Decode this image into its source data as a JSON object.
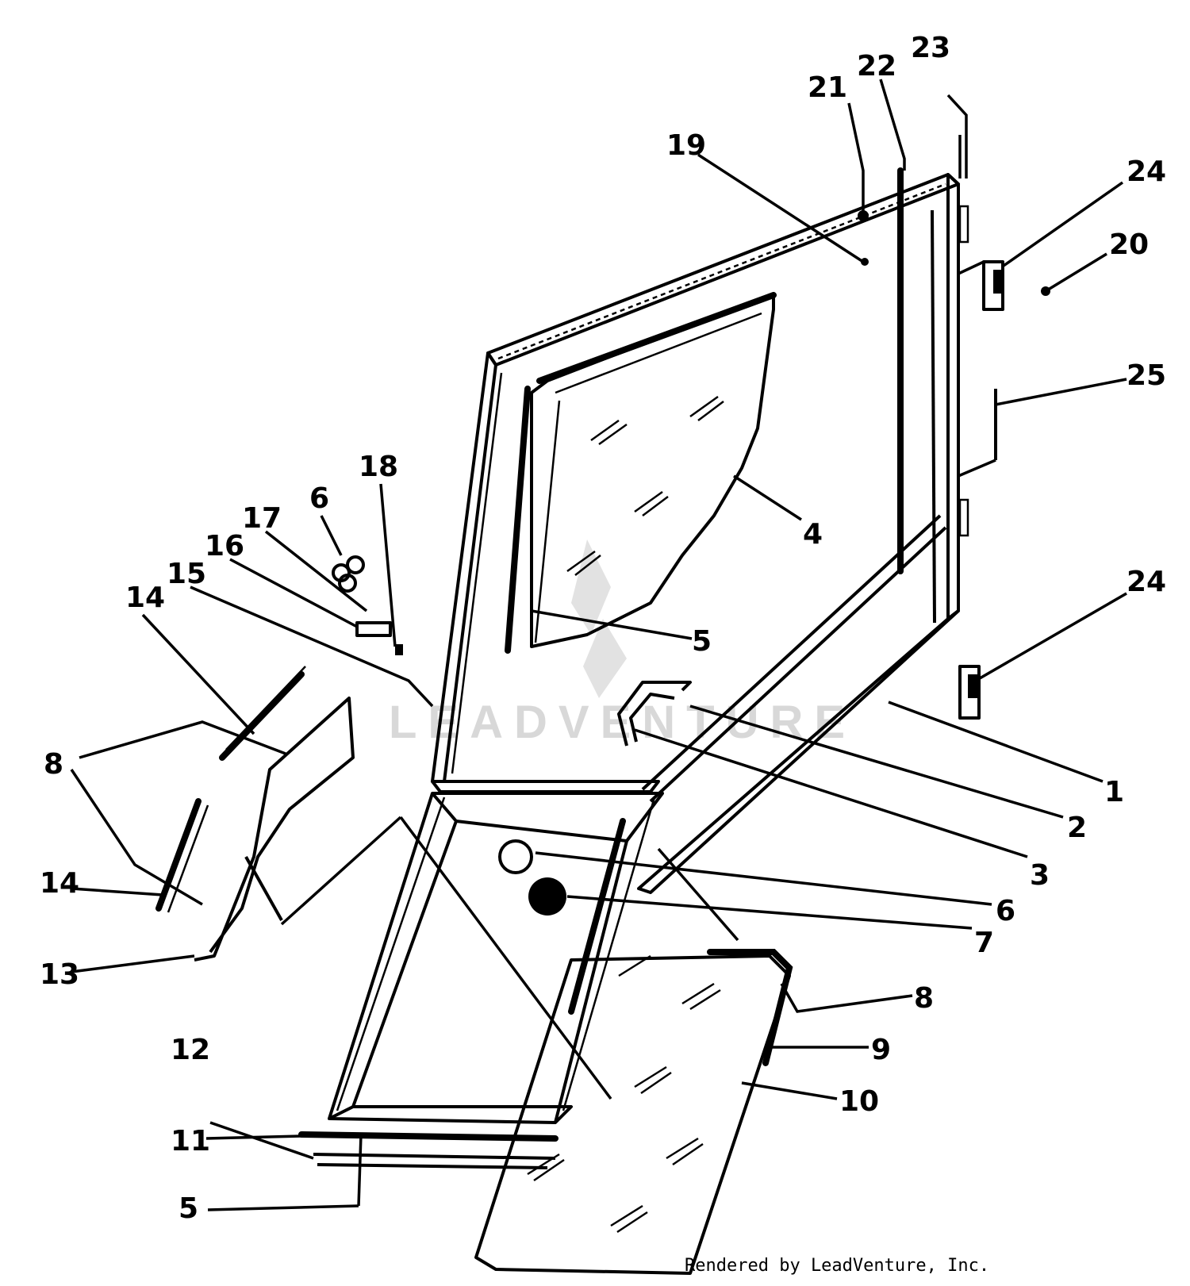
{
  "watermark": "LEADVENTURE",
  "credit": "Rendered by LeadVenture, Inc.",
  "callouts": [
    {
      "id": "c1",
      "text": "1"
    },
    {
      "id": "c2",
      "text": "2"
    },
    {
      "id": "c3",
      "text": "3"
    },
    {
      "id": "c4",
      "text": "4"
    },
    {
      "id": "c5a",
      "text": "5"
    },
    {
      "id": "c5b",
      "text": "5"
    },
    {
      "id": "c6a",
      "text": "6"
    },
    {
      "id": "c6b",
      "text": "6"
    },
    {
      "id": "c7",
      "text": "7"
    },
    {
      "id": "c8a",
      "text": "8"
    },
    {
      "id": "c8b",
      "text": "8"
    },
    {
      "id": "c9",
      "text": "9"
    },
    {
      "id": "c10",
      "text": "10"
    },
    {
      "id": "c11",
      "text": "11"
    },
    {
      "id": "c12",
      "text": "12"
    },
    {
      "id": "c13",
      "text": "13"
    },
    {
      "id": "c14a",
      "text": "14"
    },
    {
      "id": "c14b",
      "text": "14"
    },
    {
      "id": "c15",
      "text": "15"
    },
    {
      "id": "c16",
      "text": "16"
    },
    {
      "id": "c17",
      "text": "17"
    },
    {
      "id": "c18",
      "text": "18"
    },
    {
      "id": "c19",
      "text": "19"
    },
    {
      "id": "c20",
      "text": "20"
    },
    {
      "id": "c21",
      "text": "21"
    },
    {
      "id": "c22",
      "text": "22"
    },
    {
      "id": "c23",
      "text": "23"
    },
    {
      "id": "c24a",
      "text": "24"
    },
    {
      "id": "c24b",
      "text": "24"
    },
    {
      "id": "c25",
      "text": "25"
    }
  ]
}
